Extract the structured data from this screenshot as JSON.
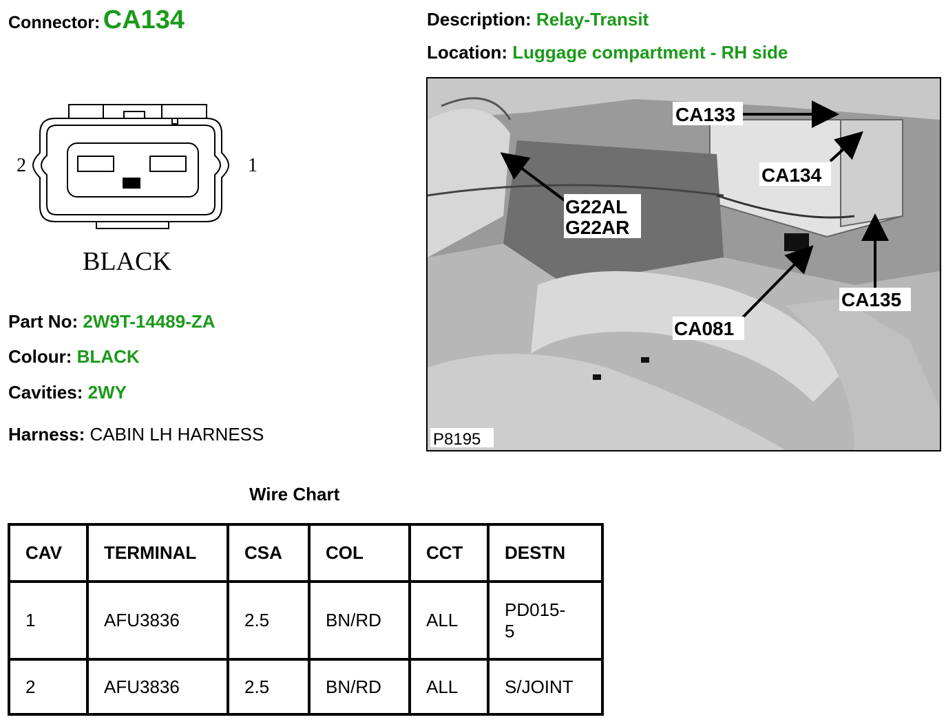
{
  "connector": {
    "label": "Connector:",
    "value": "CA134"
  },
  "description": {
    "label": "Description:",
    "value": "Relay-Transit"
  },
  "location": {
    "label": "Location:",
    "value": "Luggage compartment - RH side"
  },
  "pin_diagram": {
    "pin_left": "2",
    "pin_right": "1",
    "colour_text": "BLACK"
  },
  "part_no": {
    "label": "Part No:",
    "value": "2W9T-14489-ZA"
  },
  "colour": {
    "label": "Colour:",
    "value": "BLACK"
  },
  "cavities": {
    "label": "Cavities:",
    "value": "2WY"
  },
  "harness": {
    "label": "Harness:",
    "value": "CABIN LH HARNESS"
  },
  "photo": {
    "ref": "P8195",
    "callouts": {
      "ca133": "CA133",
      "ca134": "CA134",
      "g22al": "G22AL",
      "g22ar": "G22AR",
      "ca135": "CA135",
      "ca081": "CA081"
    }
  },
  "wire_chart": {
    "title": "Wire Chart",
    "headers": {
      "cav": "CAV",
      "terminal": "TERMINAL",
      "csa": "CSA",
      "col": "COL",
      "cct": "CCT",
      "destn": "DESTN"
    },
    "rows": [
      {
        "cav": "1",
        "terminal": "AFU3836",
        "csa": "2.5",
        "col": "BN/RD",
        "cct": "ALL",
        "destn_a": "PD015-",
        "destn_b": "5"
      },
      {
        "cav": "2",
        "terminal": "AFU3836",
        "csa": "2.5",
        "col": "BN/RD",
        "cct": "ALL",
        "destn_a": "S/JOINT",
        "destn_b": ""
      }
    ]
  },
  "colors": {
    "value_green": "#1a9a1a",
    "photo_grey": "#8d8d8d"
  }
}
